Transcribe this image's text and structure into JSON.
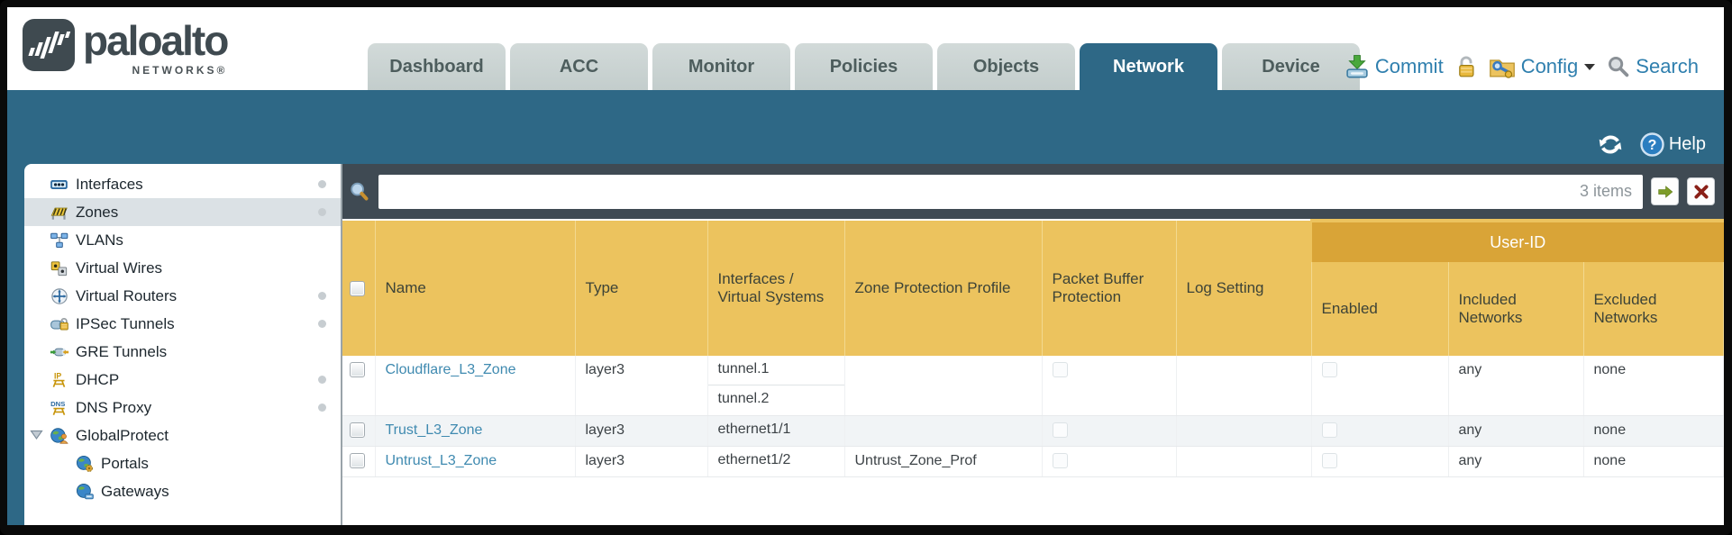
{
  "header": {
    "brand": {
      "name": "paloalto",
      "subtitle": "NETWORKS®"
    },
    "tabs": [
      {
        "label": "Dashboard"
      },
      {
        "label": "ACC"
      },
      {
        "label": "Monitor"
      },
      {
        "label": "Policies"
      },
      {
        "label": "Objects"
      },
      {
        "label": "Network"
      },
      {
        "label": "Device"
      }
    ],
    "active_tab": "Network",
    "actions": {
      "commit_label": "Commit",
      "config_label": "Config",
      "search_label": "Search"
    }
  },
  "banner": {
    "help_label": "Help"
  },
  "sidebar": {
    "selected": "Zones",
    "items": [
      {
        "label": "Interfaces"
      },
      {
        "label": "Zones"
      },
      {
        "label": "VLANs"
      },
      {
        "label": "Virtual Wires"
      },
      {
        "label": "Virtual Routers"
      },
      {
        "label": "IPSec Tunnels"
      },
      {
        "label": "GRE Tunnels"
      },
      {
        "label": "DHCP"
      },
      {
        "label": "DNS Proxy"
      },
      {
        "label": "GlobalProtect"
      },
      {
        "label": "Portals"
      },
      {
        "label": "Gateways"
      }
    ]
  },
  "toolbar": {
    "filter_value": "",
    "items_count": "3 items"
  },
  "table": {
    "group_header": "User-ID",
    "columns": {
      "name": "Name",
      "type": "Type",
      "interfaces": "Interfaces / Virtual Systems",
      "zone_protection": "Zone Protection Profile",
      "packet_buffer": "Packet Buffer Protection",
      "log_setting": "Log Setting",
      "enabled": "Enabled",
      "included": "Included Networks",
      "excluded": "Excluded Networks"
    },
    "rows": [
      {
        "name": "Cloudflare_L3_Zone",
        "type": "layer3",
        "interfaces": [
          "tunnel.1",
          "tunnel.2"
        ],
        "zone_protection": "",
        "log_setting": "",
        "included": "any",
        "excluded": "none"
      },
      {
        "name": "Trust_L3_Zone",
        "type": "layer3",
        "interfaces": [
          "ethernet1/1"
        ],
        "zone_protection": "",
        "log_setting": "",
        "included": "any",
        "excluded": "none"
      },
      {
        "name": "Untrust_L3_Zone",
        "type": "layer3",
        "interfaces": [
          "ethernet1/2"
        ],
        "zone_protection": "Untrust_Zone_Prof",
        "log_setting": "",
        "included": "any",
        "excluded": "none"
      }
    ]
  },
  "colors": {
    "teal": "#2e6886",
    "gold_header": "#ecc35e",
    "gold_band": "#d9a437",
    "link_blue": "#3f8ab0",
    "action_blue": "#2f7fae"
  }
}
